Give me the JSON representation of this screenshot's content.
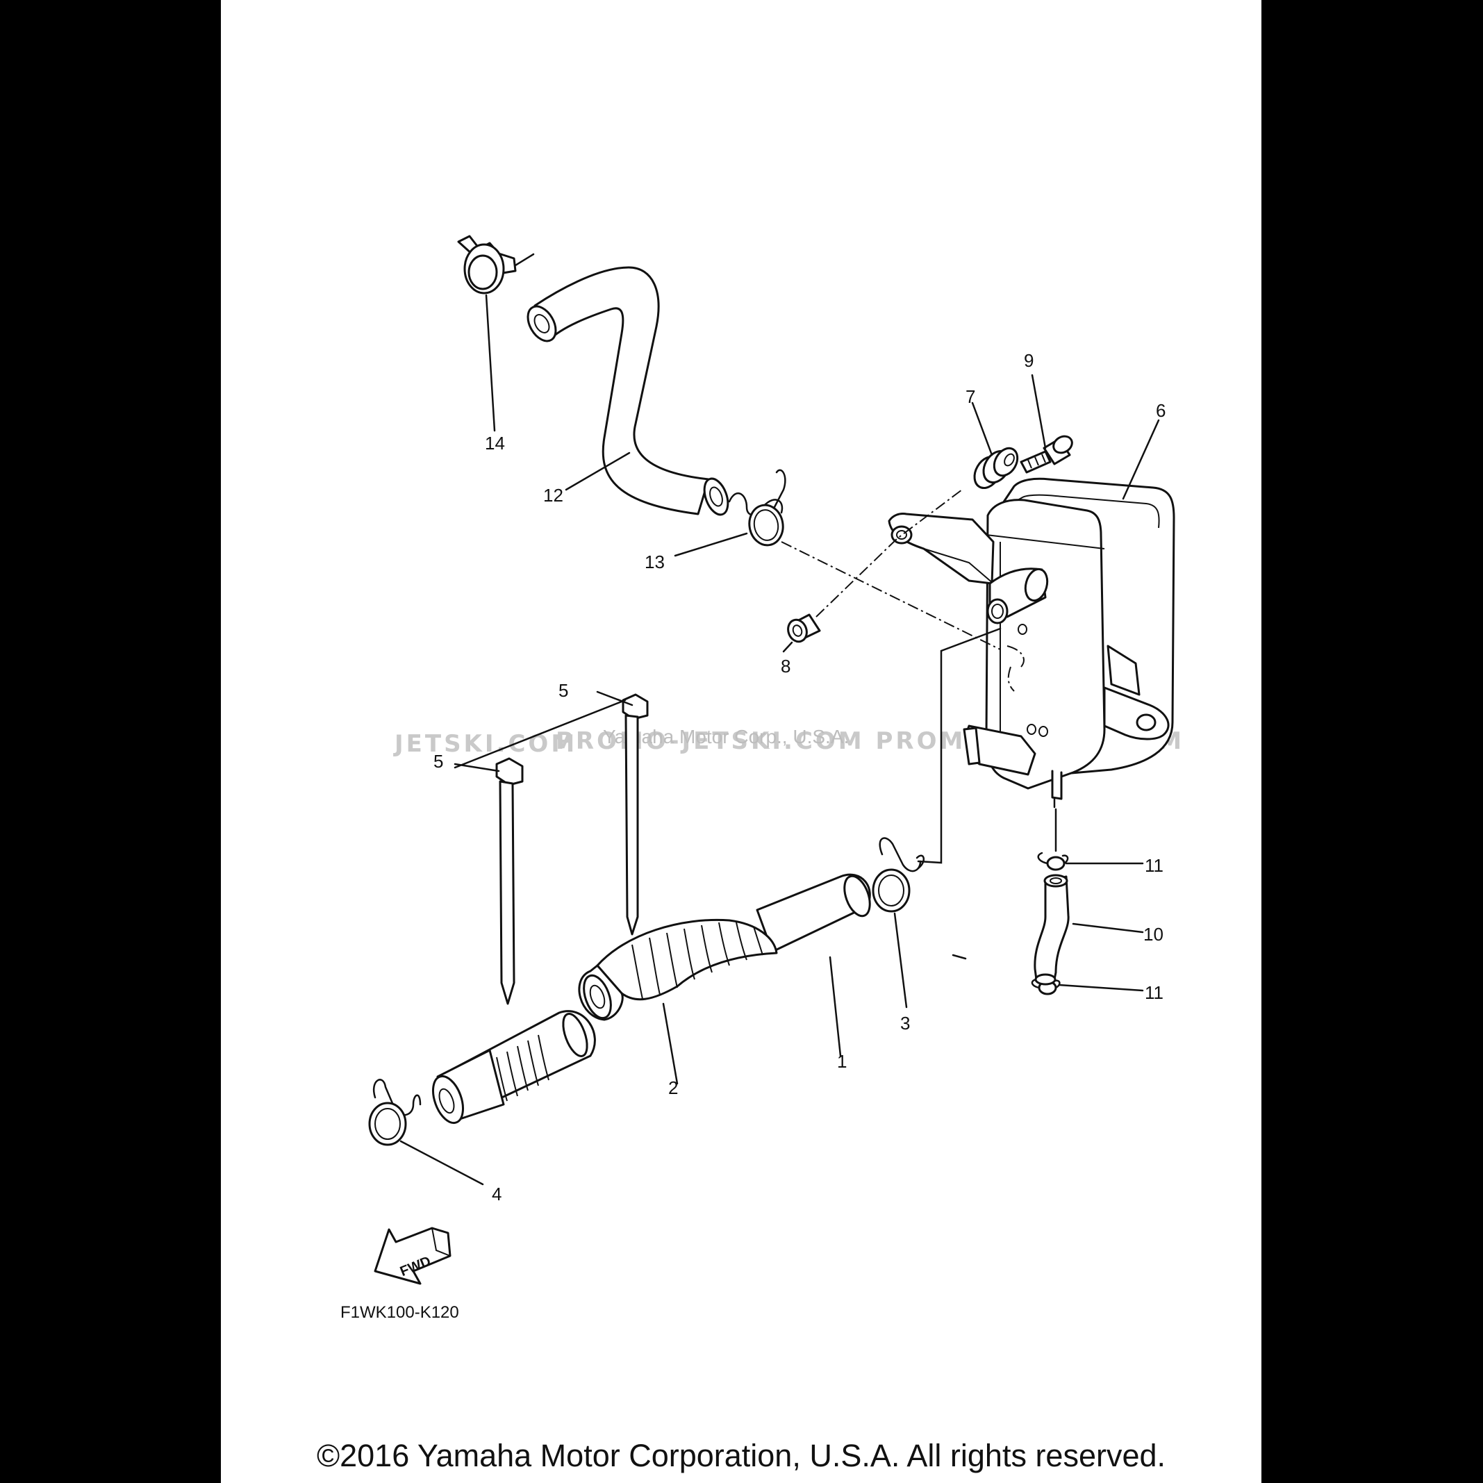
{
  "diagram": {
    "part_labels": [
      "1",
      "2",
      "3",
      "4",
      "5",
      "5",
      "6",
      "7",
      "8",
      "9",
      "10",
      "11",
      "11",
      "12",
      "13",
      "14"
    ],
    "drawing_code": "F1WK100-K120",
    "fwd_label": "FWD",
    "watermark_left": "JETSKI.COM",
    "watermark_right": "PROMO-JETSKI.COM    PROMO-JETSKI.COM",
    "watermark_center": "Yamaha Motor Corp., U.S.A."
  },
  "footer": {
    "copyright": "©2016 Yamaha Motor Corporation, U.S.A. All rights reserved."
  },
  "colors": {
    "background": "#000000",
    "panel": "#ffffff",
    "ink": "#111111",
    "watermark": "#c9c9c9"
  }
}
